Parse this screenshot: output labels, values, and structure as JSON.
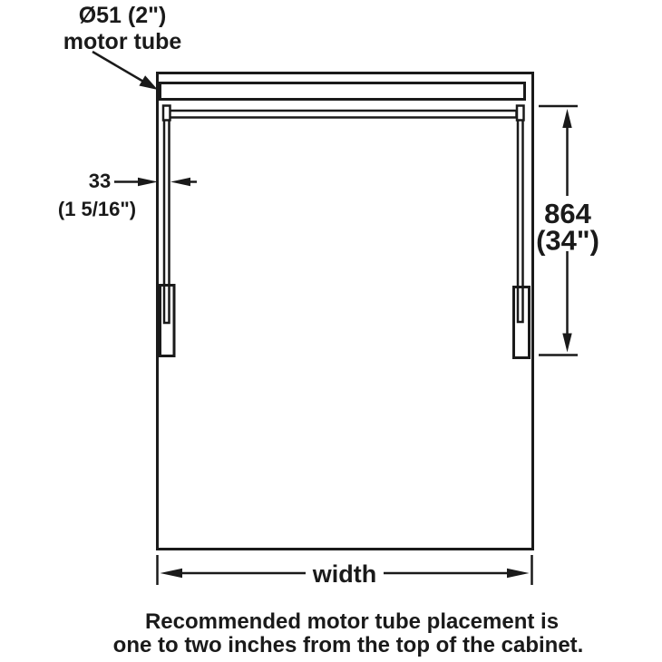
{
  "diagram": {
    "motor_tube_label": {
      "line1": "Ø51 (2\")",
      "line2": "motor tube"
    },
    "rail_width_dim": {
      "value_mm": "33",
      "value_in": "(1 5/16\")"
    },
    "height_dim": {
      "value_mm": "864",
      "value_in": "(34\")"
    },
    "width_dim": {
      "label": "width"
    },
    "caption": {
      "line1": "Recommended motor tube placement is",
      "line2": "one to two inches from the top of the cabinet."
    },
    "colors": {
      "line": "#1a1a1a",
      "background": "#ffffff"
    }
  }
}
